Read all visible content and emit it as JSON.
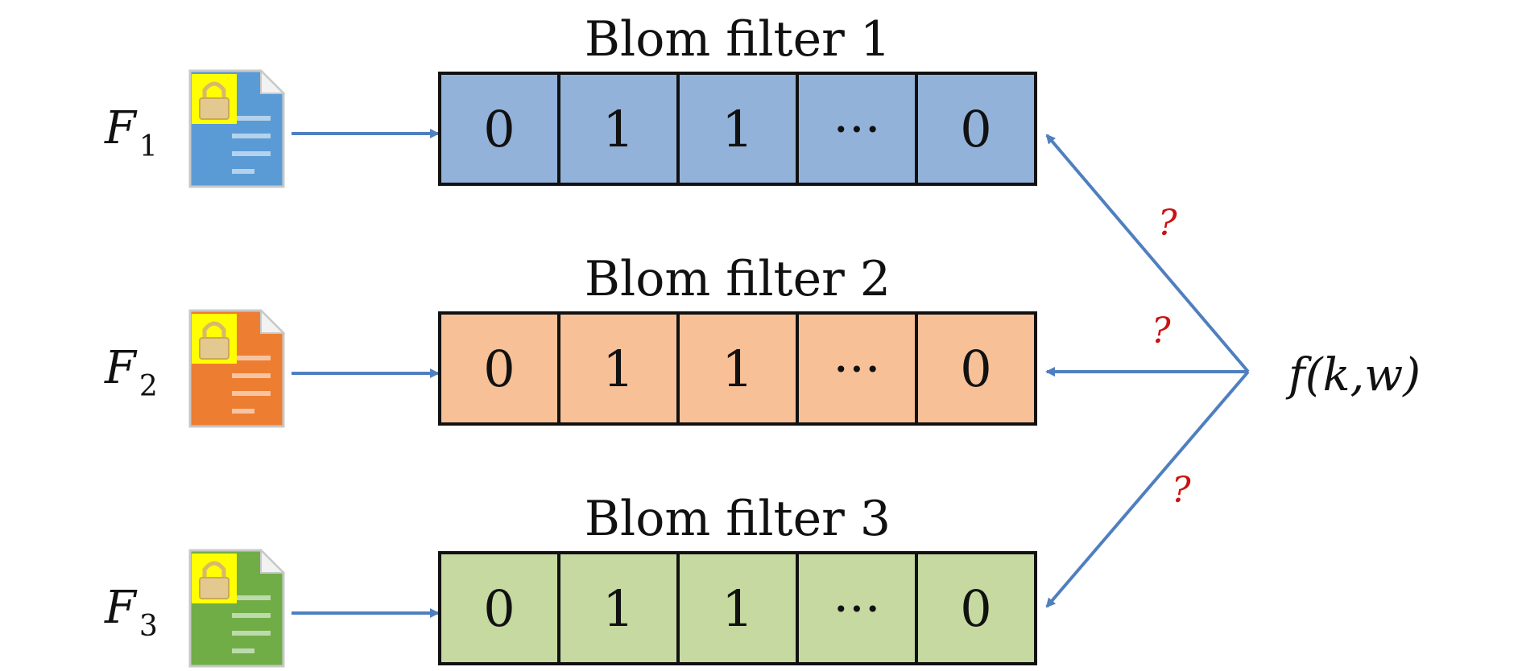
{
  "colors": {
    "blue_fill": "#93b2d9",
    "orange_fill": "#f8c096",
    "green_fill": "#c5d9a0",
    "arrow": "#4f7fbf",
    "question": "#cc1111",
    "file_blue": "#5b9bd5",
    "file_orange": "#ed7d31",
    "file_green": "#70ad47",
    "lock_badge": "#ffff00"
  },
  "filters": [
    {
      "title": "Blom filter 1",
      "file_label": "F",
      "file_sub": "1",
      "cells": [
        "0",
        "1",
        "1",
        "···",
        "0"
      ],
      "fill_key": "blue_fill",
      "file_color_key": "file_blue"
    },
    {
      "title": "Blom filter 2",
      "file_label": "F",
      "file_sub": "2",
      "cells": [
        "0",
        "1",
        "1",
        "···",
        "0"
      ],
      "fill_key": "orange_fill",
      "file_color_key": "file_orange"
    },
    {
      "title": "Blom filter 3",
      "file_label": "F",
      "file_sub": "3",
      "cells": [
        "0",
        "1",
        "1",
        "···",
        "0"
      ],
      "fill_key": "green_fill",
      "file_color_key": "file_green"
    }
  ],
  "query": {
    "label": "f(k,w)",
    "marks": [
      "?",
      "?",
      "?"
    ]
  },
  "icons": {
    "file": "encrypted-file-icon",
    "lock": "lock-icon"
  }
}
